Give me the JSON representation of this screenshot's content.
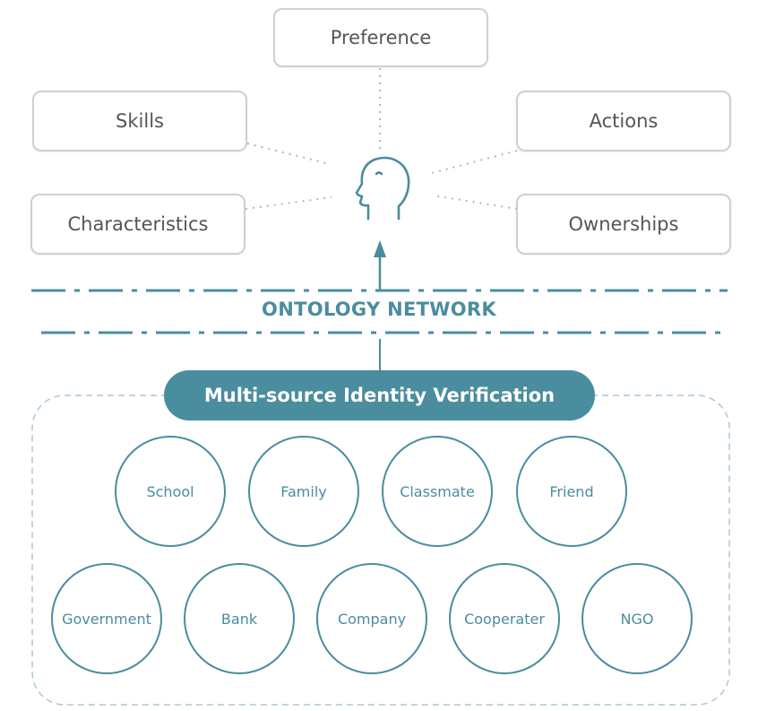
{
  "attributes": {
    "preference": "Preference",
    "skills": "Skills",
    "actions": "Actions",
    "characteristics": "Characteristics",
    "ownerships": "Ownerships"
  },
  "network_label": "ONTOLOGY NETWORK",
  "verification_label": "Multi-source Identity Verification",
  "sources_row1": [
    "School",
    "Family",
    "Classmate",
    "Friend"
  ],
  "sources_row2": [
    "Government",
    "Bank",
    "Company",
    "Cooperater",
    "NGO"
  ],
  "colors": {
    "accent": "#4a8d9e",
    "box_border": "#cfcfcf",
    "box_text": "#555555",
    "dotted_line": "#b5b5b5",
    "dashed_region": "#a9c9d2"
  },
  "icons": {
    "person": "person-head-icon"
  }
}
